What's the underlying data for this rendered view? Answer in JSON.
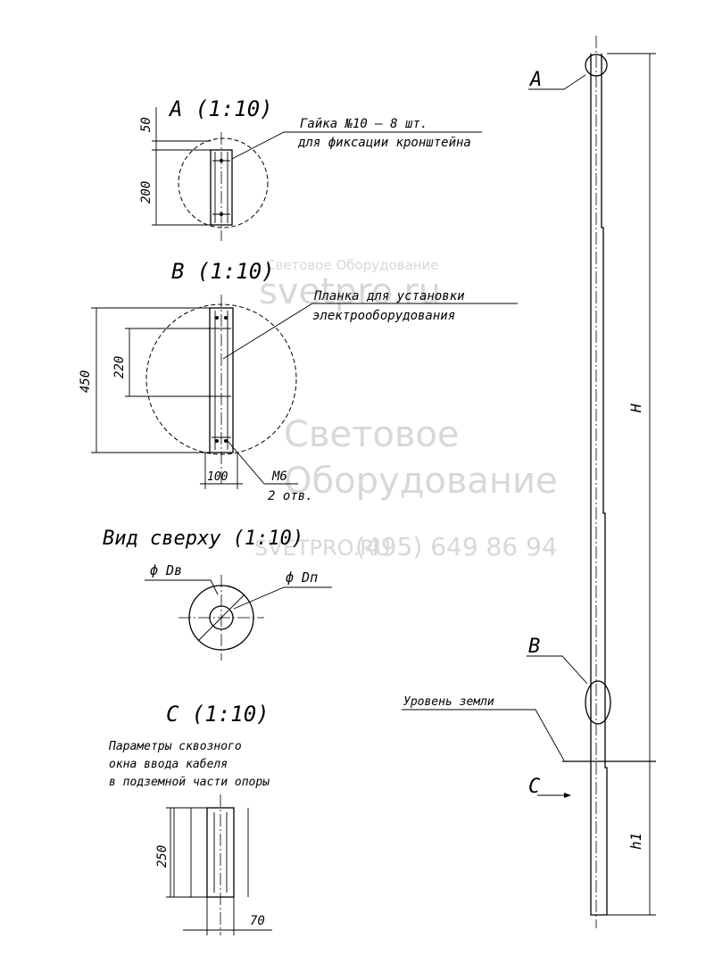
{
  "views": {
    "a": {
      "title": "A (1:10)",
      "dim_top": "50",
      "dim_side": "200",
      "note_line1": "Гайка №10 – 8 шт.",
      "note_line2": "для фиксации кронштейна"
    },
    "b": {
      "title": "B (1:10)",
      "dim_outer": "450",
      "dim_inner": "220",
      "dim_bottom": "100",
      "note_line1": "Планка для установки",
      "note_line2": "электрооборудования",
      "bolt_line1": "M6",
      "bolt_line2": "2 отв."
    },
    "top": {
      "title": "Вид сверху (1:10)",
      "d_outer": "ф Dв",
      "d_inner": "ф Dп"
    },
    "c": {
      "title": "C (1:10)",
      "desc_line1": "Параметры сквозного",
      "desc_line2": "окна ввода кабеля",
      "desc_line3": "в подземной части опоры",
      "dim_height": "250",
      "dim_width": "70"
    }
  },
  "pole": {
    "callout_a": "A",
    "callout_b": "B",
    "callout_c": "C",
    "ground_label": "Уровень земли",
    "dim_h": "H",
    "dim_h1": "h1"
  },
  "watermark": {
    "site": "svetpro.ru",
    "small": "Световое Оборудование",
    "big_line1": "Световое",
    "big_line2": "Оборудование",
    "phone": "(495) 649 86 94",
    "logo_text": "SVETPRO.RU"
  }
}
